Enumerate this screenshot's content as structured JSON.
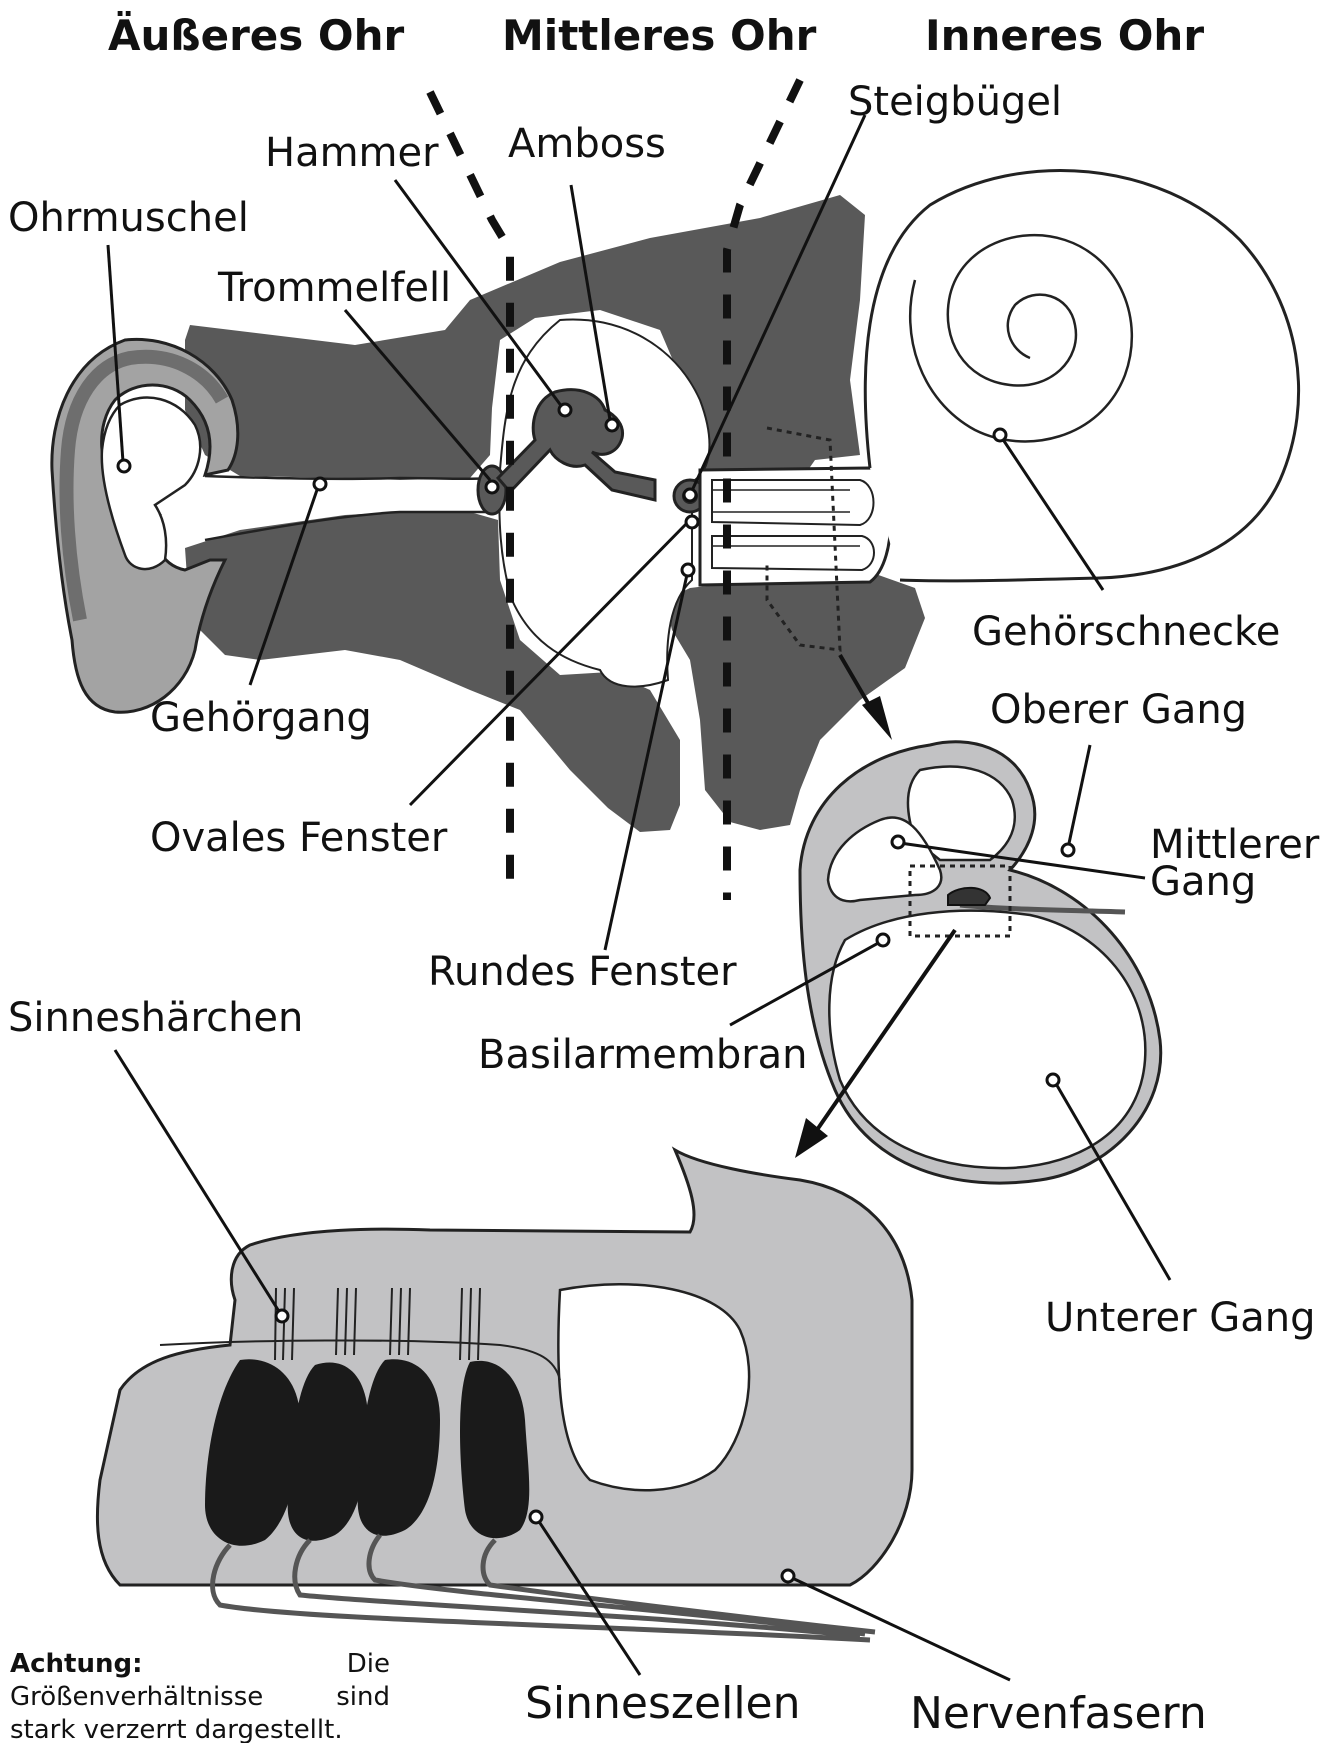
{
  "headers": {
    "outer": "Äußeres Ohr",
    "middle": "Mittleres Ohr",
    "inner": "Inneres Ohr"
  },
  "labels": {
    "steigbuegel": "Steigbügel",
    "hammer": "Hammer",
    "amboss": "Amboss",
    "ohrmuschel": "Ohrmuschel",
    "trommelfell": "Trommelfell",
    "gehoergang": "Gehörgang",
    "ovales_fenster": "Ovales Fenster",
    "rundes_fenster": "Rundes Fenster",
    "gehoerschnecke": "Gehörschnecke",
    "oberer_gang": "Oberer Gang",
    "mittlerer_gang_line1": "Mittlerer",
    "mittlerer_gang_line2": "Gang",
    "basilarmembran": "Basilarmembran",
    "unterer_gang": "Unterer Gang",
    "sinneshaerchen": "Sinneshärchen",
    "sinneszellen": "Sinneszellen",
    "nervenfasern": "Nervenfasern"
  },
  "note": {
    "bold": "Achtung:",
    "text": " Die Größenverhältnisse sind stark verzerrt dargestellt."
  },
  "colors": {
    "bone": "#595959",
    "ear": "#a3a3a3",
    "ear_dark": "#6e6e6e",
    "tissue": "#c2c2c4",
    "cell": "#1a1a1a",
    "line": "#111111"
  }
}
